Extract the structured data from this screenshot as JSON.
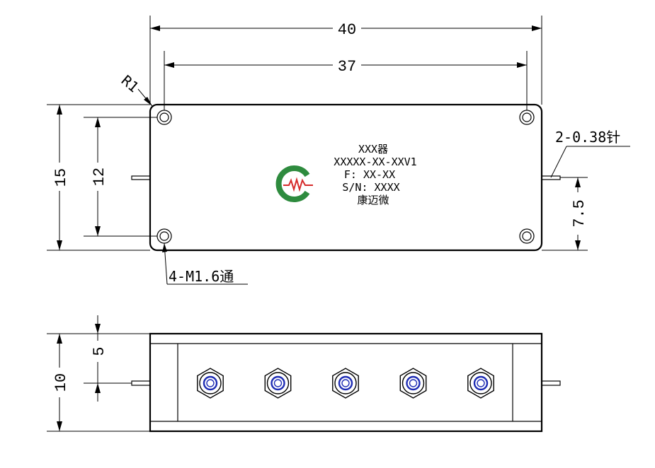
{
  "top_view": {
    "dimensions": {
      "overall_width": "40",
      "hole_spacing_width": "37",
      "overall_height": "15",
      "hole_spacing_height": "12",
      "pin_offset": "7.5"
    },
    "callouts": {
      "corner_radius": "R1",
      "pin_spec": "2-0.38针",
      "hole_spec": "4-M1.6通"
    },
    "label": {
      "line1": "XXX器",
      "line2": "XXXXX-XX-XXV1",
      "line3": "F: XX-XX",
      "line4": "S/N: XXXX",
      "line5": "康迈微"
    },
    "logo": {
      "ring_color": "#2e8b3e",
      "mark_color": "#d62b2b"
    }
  },
  "side_view": {
    "dimensions": {
      "overall_height": "10",
      "pin_height": "5"
    },
    "connector_count": 5,
    "connector_color": "#1f2db4"
  }
}
